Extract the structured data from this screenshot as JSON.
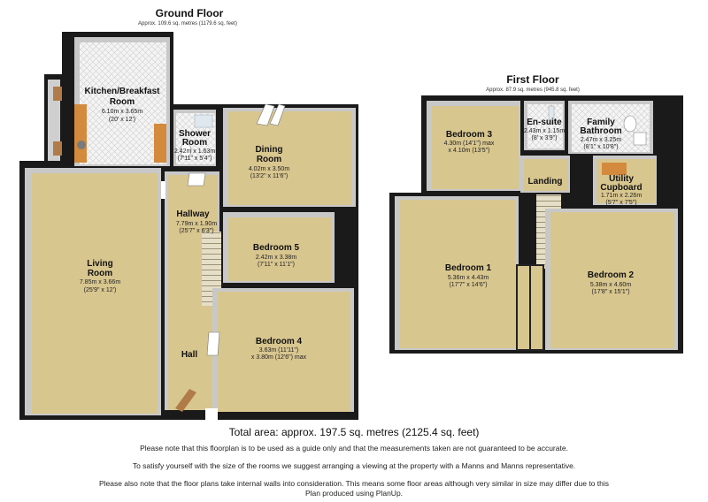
{
  "ground_floor": {
    "title": "Ground Floor",
    "area": "Approx. 109.6 sq. metres (1179.6 sq. feet)",
    "rooms": {
      "kitchen": {
        "name": [
          "Kitchen/Breakfast",
          "Room"
        ],
        "dims": [
          "6.10m x 3.65m",
          "(20' x 12')"
        ]
      },
      "shower": {
        "name": [
          "Shower",
          "Room"
        ],
        "dims": [
          "2.42m x 1.63m",
          "(7'11\" x 5'4\")"
        ]
      },
      "dining": {
        "name": [
          "Dining",
          "Room"
        ],
        "dims": [
          "4.02m x 3.50m",
          "(13'2\" x 11'6\")"
        ]
      },
      "hallway": {
        "name": [
          "Hallway"
        ],
        "dims": [
          "7.79m x 1.90m",
          "(25'7\" x 6'3\")"
        ]
      },
      "bedroom5": {
        "name": [
          "Bedroom 5"
        ],
        "dims": [
          "2.42m x 3.38m",
          "(7'11\" x 11'1\")"
        ]
      },
      "living": {
        "name": [
          "Living",
          "Room"
        ],
        "dims": [
          "7.85m x 3.66m",
          "(25'9\" x 12')"
        ]
      },
      "hall": {
        "name": [
          "Hall"
        ],
        "dims": []
      },
      "bedroom4": {
        "name": [
          "Bedroom 4"
        ],
        "dims": [
          "3.63m (11'11\")",
          "x 3.80m (12'6\") max"
        ]
      }
    }
  },
  "first_floor": {
    "title": "First Floor",
    "area": "Approx. 87.9 sq. metres (945.8 sq. feet)",
    "rooms": {
      "bedroom3": {
        "name": [
          "Bedroom 3"
        ],
        "dims": [
          "4.30m (14'1\") max",
          "x 4.10m (13'5\")"
        ]
      },
      "ensuite": {
        "name": [
          "En-suite"
        ],
        "dims": [
          "2.43m x 1.15m",
          "(8' x 3'9\")"
        ]
      },
      "bathroom": {
        "name": [
          "Family",
          "Bathroom"
        ],
        "dims": [
          "2.47m x 3.25m",
          "(8'1\" x 10'8\")"
        ]
      },
      "landing": {
        "name": [
          "Landing"
        ],
        "dims": []
      },
      "utility": {
        "name": [
          "Utility",
          "Cupboard"
        ],
        "dims": [
          "1.71m x 2.26m",
          "(5'7\" x 7'5\")"
        ]
      },
      "bedroom1": {
        "name": [
          "Bedroom 1"
        ],
        "dims": [
          "5.36m x 4.43m",
          "(17'7\" x 14'6\")"
        ]
      },
      "bedroom2": {
        "name": [
          "Bedroom 2"
        ],
        "dims": [
          "5.38m x 4.60m",
          "(17'8\" x 15'1\")"
        ]
      }
    }
  },
  "total_area": "Total area: approx. 197.5 sq. metres (2125.4 sq. feet)",
  "notes": [
    "Please note that this floorplan is to be used as a guide only and that the measurements taken are not guaranteed to be accurate.",
    "To satisfy yourself with the size of the rooms we suggest arranging a viewing at the property with a Manns and Manns representative.",
    "Please also note that the floor plans take internal walls into consideration. This means some floor areas although very similar in size may differ due to this",
    "Plan produced using PlanUp."
  ],
  "colors": {
    "carpet": "#d8c68f",
    "wall": "#1a1a1a",
    "wall_top": "#c9c9c9",
    "tile": "#f3f3f3",
    "stairs": "#e4dcc4"
  }
}
